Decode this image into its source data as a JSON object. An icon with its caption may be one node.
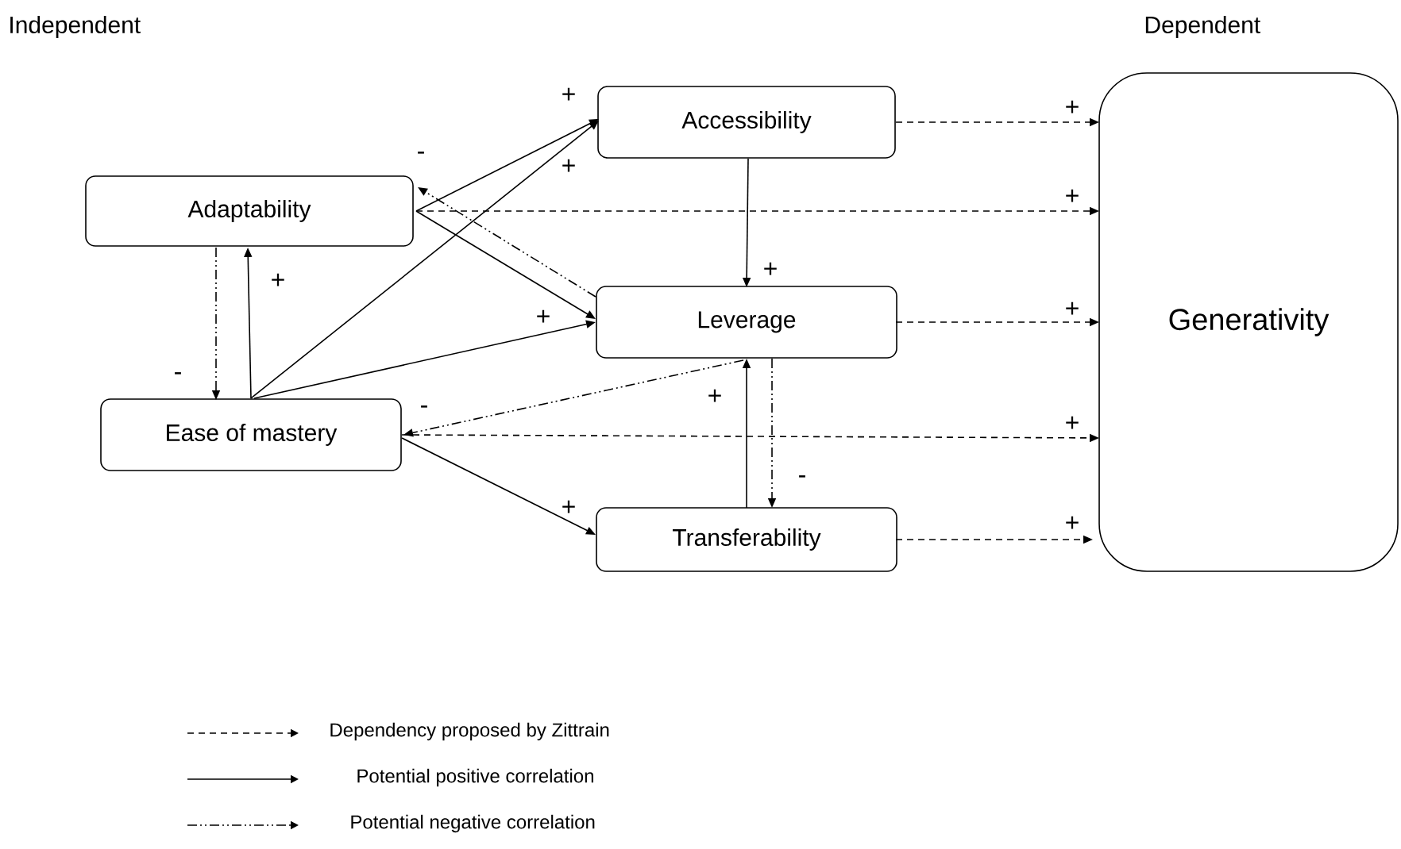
{
  "diagram": {
    "nodes": [
      {
        "text": [
          "Adaptability"
        ]
      },
      {
        "text": [
          "Ease of mastery"
        ]
      },
      {
        "text": [
          "Accessibility"
        ]
      },
      {
        "text": [
          "Leverage"
        ]
      },
      {
        "text": [
          "Transferability"
        ]
      },
      {
        "text": [
          "Generativity"
        ]
      }
    ],
    "edges": [
      {
        "from": 0,
        "to": 2,
        "arrow": "to",
        "label": "+"
      },
      {
        "from": 1,
        "to": 2,
        "arrow": "to",
        "label": "+"
      },
      {
        "from": 0,
        "to": 3,
        "arrow": "to"
      },
      {
        "from": 1,
        "to": 3,
        "arrow": "to",
        "label": "+"
      },
      {
        "from": 3,
        "to": 0,
        "arrow": "to",
        "label": "-",
        "style": "dashed"
      },
      {
        "from": 0,
        "to": 1,
        "arrow": "to",
        "label": "-",
        "style": "dashed"
      },
      {
        "from": 1,
        "to": 0,
        "arrow": "to",
        "label": "+"
      },
      {
        "from": 2,
        "to": 3,
        "arrow": "to",
        "label": "+"
      },
      {
        "from": 3,
        "to": 1,
        "arrow": "to",
        "label": "-",
        "style": "dashed"
      },
      {
        "from": 4,
        "to": 3,
        "arrow": "to",
        "label": "+"
      },
      {
        "from": 3,
        "to": 4,
        "arrow": "to",
        "label": "-",
        "style": "dashed"
      },
      {
        "from": 1,
        "to": 4,
        "arrow": "to",
        "label": "+"
      },
      {
        "from": 2,
        "to": 5,
        "arrow": "to",
        "label": "+",
        "style": "dashed"
      },
      {
        "from": 0,
        "to": 5,
        "arrow": "to",
        "label": "+",
        "style": "dashed"
      },
      {
        "from": 3,
        "to": 5,
        "arrow": "to",
        "label": "+",
        "style": "dashed"
      },
      {
        "from": 1,
        "to": 5,
        "arrow": "to",
        "label": "+",
        "style": "dashed"
      },
      {
        "from": 4,
        "to": 5,
        "arrow": "to",
        "label": "+",
        "style": "dashed"
      }
    ],
    "labels": [
      "Independent",
      "Dependent"
    ],
    "legend": [
      {
        "text": "Dependency proposed by Zittrain"
      },
      {
        "text": "Potential positive correlation"
      },
      {
        "text": "Potential negative correlation"
      }
    ]
  }
}
